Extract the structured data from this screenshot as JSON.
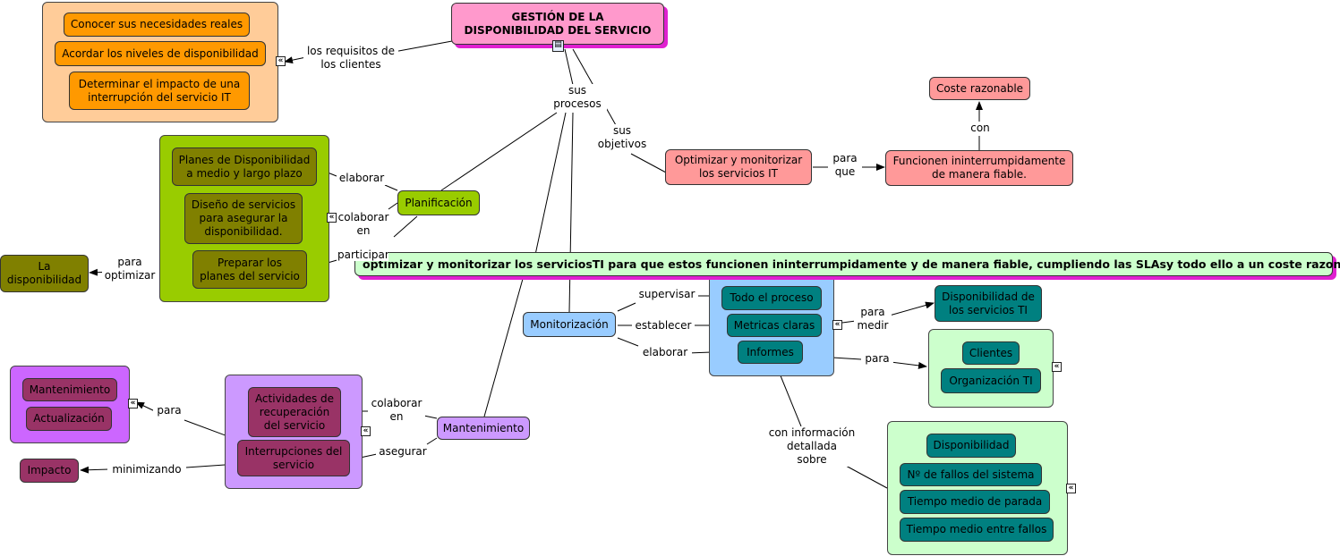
{
  "title": "GESTIÓN DE LA\nDISPONIBILIDAD DEL SERVICIO",
  "banner": "optimizar y monitorizar los serviciosTI para que estos funcionen ininterrumpidamente y de manera fiable, cumpliendo las SLAsy todo ello a un coste razonable.",
  "requisitos": {
    "link": "los requisitos de\nlos clientes",
    "items": [
      "Conocer sus necesidades reales",
      "Acordar los niveles de disponibilidad",
      "Determinar el impacto de una\ninterrupción del servicio IT"
    ]
  },
  "procesos_link": "sus\nprocesos",
  "objetivos_link": "sus\nobjetivos",
  "objetivos": {
    "optimizar": "Optimizar y monitorizar\nlos servicios IT",
    "para_que": "para\nque",
    "funcionen": "Funcionen ininterrumpidamente\nde manera fiable.",
    "con": "con",
    "coste": "Coste razonable"
  },
  "planificacion": {
    "label": "Planificación",
    "elaborar": "elaborar",
    "colaborar": "colaborar\nen",
    "participar": "participar",
    "items": [
      "Planes de Disponibilidad\na medio y largo plazo",
      "Diseño de servicios\npara asegurar la\ndisponibilidad.",
      "Preparar los\nplanes del servicio"
    ],
    "para_optimizar": "para\noptimizar",
    "disponibilidad": "La\ndisponibilidad"
  },
  "monitorizacion": {
    "label": "Monitorización",
    "supervisar": "supervisar",
    "establecer": "establecer",
    "elaborar": "elaborar",
    "items": [
      "Todo el proceso",
      "Metricas claras",
      "Informes"
    ],
    "para_medir": "para\nmedir",
    "disp_servicios": "Disponibilidad de\nlos servicios TI",
    "para": "para",
    "destinatarios": [
      "Clientes",
      "Organización TI"
    ],
    "con_info": "con información\ndetallada\nsobre",
    "detalles": [
      "Disponibilidad",
      "Nº de fallos del sistema",
      "Tiempo medio de parada",
      "Tiempo medio entre fallos"
    ]
  },
  "mantenimiento": {
    "label": "Mantenimiento",
    "colaborar": "colaborar\nen",
    "asegurar": "asegurar",
    "items": [
      "Actividades de\nrecuperación\ndel servicio",
      "Interrupciones del\nservicio"
    ],
    "para": "para",
    "tareas": [
      "Mantenimiento",
      "Actualización"
    ],
    "minimizando": "minimizando",
    "impacto": "Impacto"
  },
  "colors": {
    "title": "#ff99cc",
    "shadow": "#e020d0",
    "orange": "#ff9900",
    "olive": "#808000",
    "lime": "#99cc00",
    "salmon": "#ff9999",
    "teal": "#008080",
    "blue": "#99ccff",
    "lilac": "#cc99ff",
    "plum": "#993366",
    "peach": "#ffcc99",
    "mint": "#ccffcc",
    "violet": "#cc66ff"
  },
  "icons": [
    "document-icon",
    "expand-icon"
  ]
}
